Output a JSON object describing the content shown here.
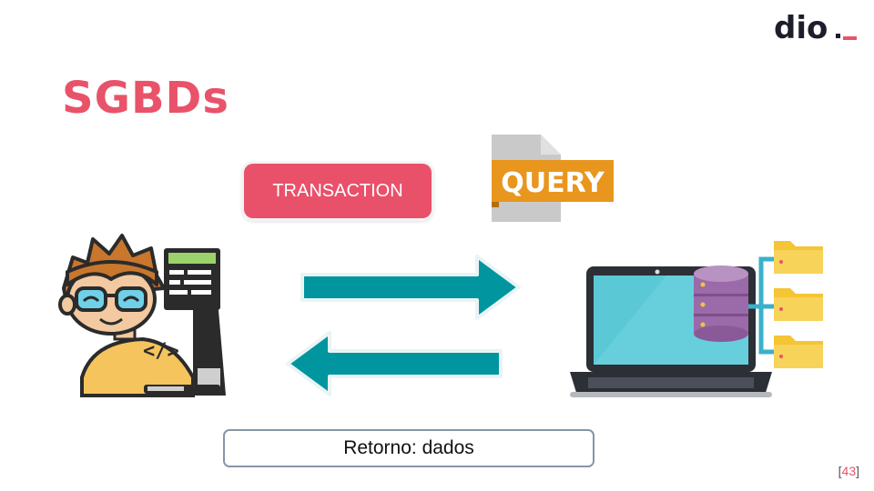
{
  "slide": {
    "title": "SGBDs",
    "page_number": "43",
    "bracket_open": "[",
    "bracket_close": "]"
  },
  "logo": {
    "text": "dio._",
    "accent_color": "#e8536a",
    "text_color": "#1d1d2b"
  },
  "diagram": {
    "transaction_label": "TRANSACTION",
    "query_label": "QUERY",
    "return_label": "Retorno: dados",
    "code_symbol": "</>"
  },
  "colors": {
    "title": "#e8536a",
    "transaction_bg": "#e9506a",
    "arrow": "#01959f",
    "query_banner": "#e8961e",
    "laptop_screen": "#5bc8d6",
    "database": "#9b6aa8",
    "folder": "#f4c534"
  }
}
